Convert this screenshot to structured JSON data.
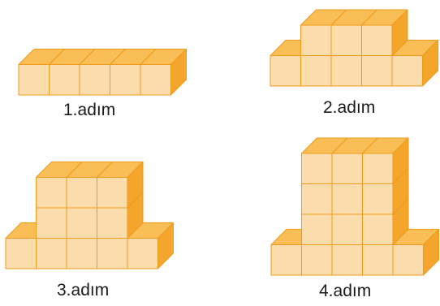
{
  "colors": {
    "cube_front": "#FBDDAD",
    "cube_top": "#F9BE55",
    "cube_side": "#F3A52C",
    "edge": "#EF9A1B"
  },
  "steps": [
    {
      "label": "1.adım",
      "cubes": 5
    },
    {
      "label": "2.adım",
      "cubes": 8
    },
    {
      "label": "3.adım",
      "cubes": 11
    },
    {
      "label": "4.adım",
      "cubes": 14
    }
  ]
}
